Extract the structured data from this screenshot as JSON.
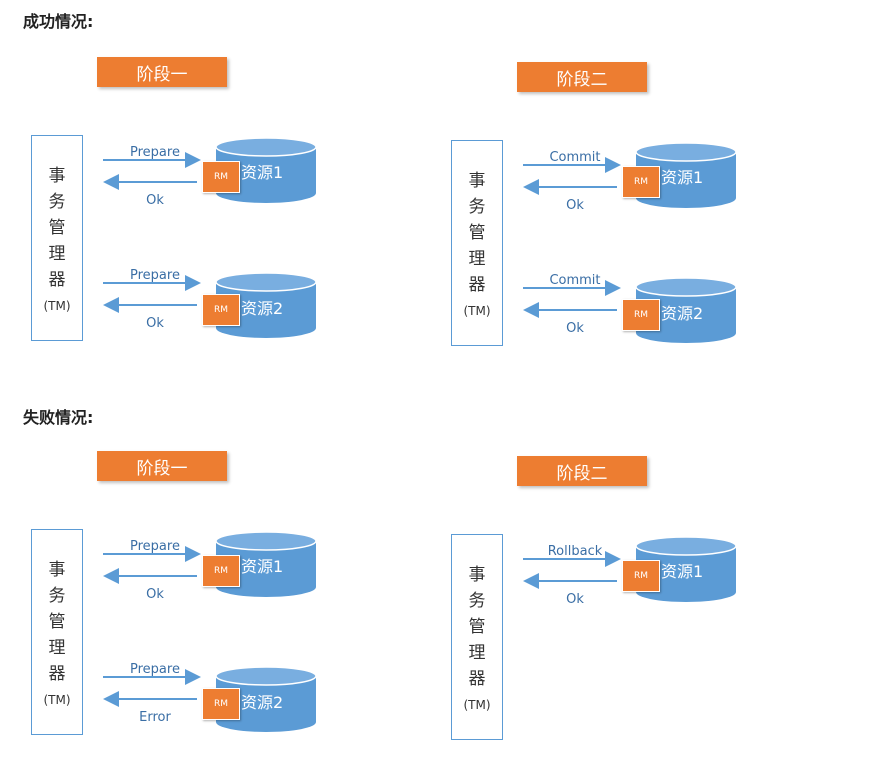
{
  "sections": [
    {
      "title": "成功情况:"
    },
    {
      "title": "失败情况:"
    }
  ],
  "phases": {
    "one": "阶段一",
    "two": "阶段二"
  },
  "tm": {
    "chars": [
      "事",
      "务",
      "管",
      "理",
      "器"
    ],
    "abbr": "(TM)"
  },
  "rm_label": "RM",
  "resources": {
    "r1": "资源1",
    "r2": "资源2"
  },
  "diagrams": {
    "success_phase1": {
      "top_request": "Prepare",
      "top_response": "Ok",
      "bottom_request": "Prepare",
      "bottom_response": "Ok"
    },
    "success_phase2": {
      "top_request": "Commit",
      "top_response": "Ok",
      "bottom_request": "Commit",
      "bottom_response": "Ok"
    },
    "fail_phase1": {
      "top_request": "Prepare",
      "top_response": "Ok",
      "bottom_request": "Prepare",
      "bottom_response": "Error"
    },
    "fail_phase2": {
      "top_request": "Rollback",
      "top_response": "Ok"
    }
  },
  "colors": {
    "accent_orange": "#ed7d31",
    "resource_blue": "#5b9bd5",
    "arrow_blue": "#5b9bd5"
  }
}
